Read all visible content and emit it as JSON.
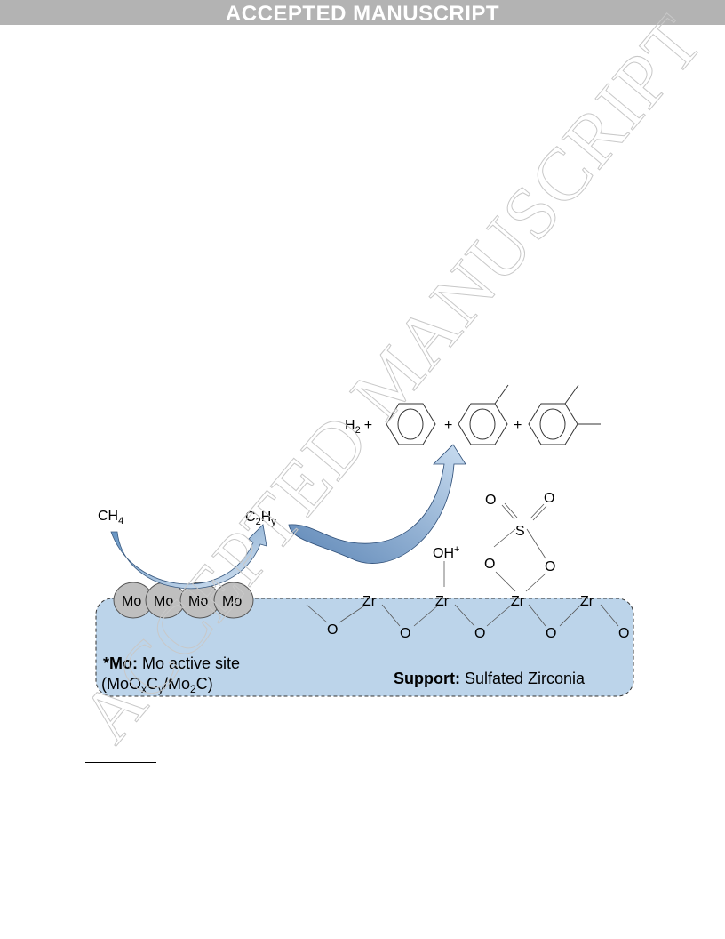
{
  "banner": "ACCEPTED MANUSCRIPT",
  "watermark": "ACCEPTED MANUSCRIPT",
  "diagram": {
    "products": {
      "h2": "H",
      "h2_sub": "2",
      "plus": "+"
    },
    "ch4": {
      "main": "CH",
      "sub": "4"
    },
    "c2hy": {
      "c": "C",
      "c_sub": "2",
      "h": "H",
      "h_sub": "y"
    },
    "mo_label": "Mo",
    "zr_label": "Zr",
    "o_label": "O",
    "s_label": "S",
    "oh_label": "OH",
    "oh_sup": "+",
    "mo_note": {
      "bold": "*Mo:",
      "rest": " Mo active site",
      "formula_open": "(MoO",
      "x": "x",
      "c": "C",
      "y": "y",
      "slash": "/Mo",
      "two": "2",
      "close": "C)"
    },
    "support_note": {
      "bold": "Support:",
      "rest": " Sulfated Zirconia"
    },
    "colors": {
      "support_fill": "#bcd4ea",
      "arrow_light": "#c9ddf0",
      "arrow_dark": "#6f97c4",
      "mo_fill": "#bfbfbf"
    }
  }
}
